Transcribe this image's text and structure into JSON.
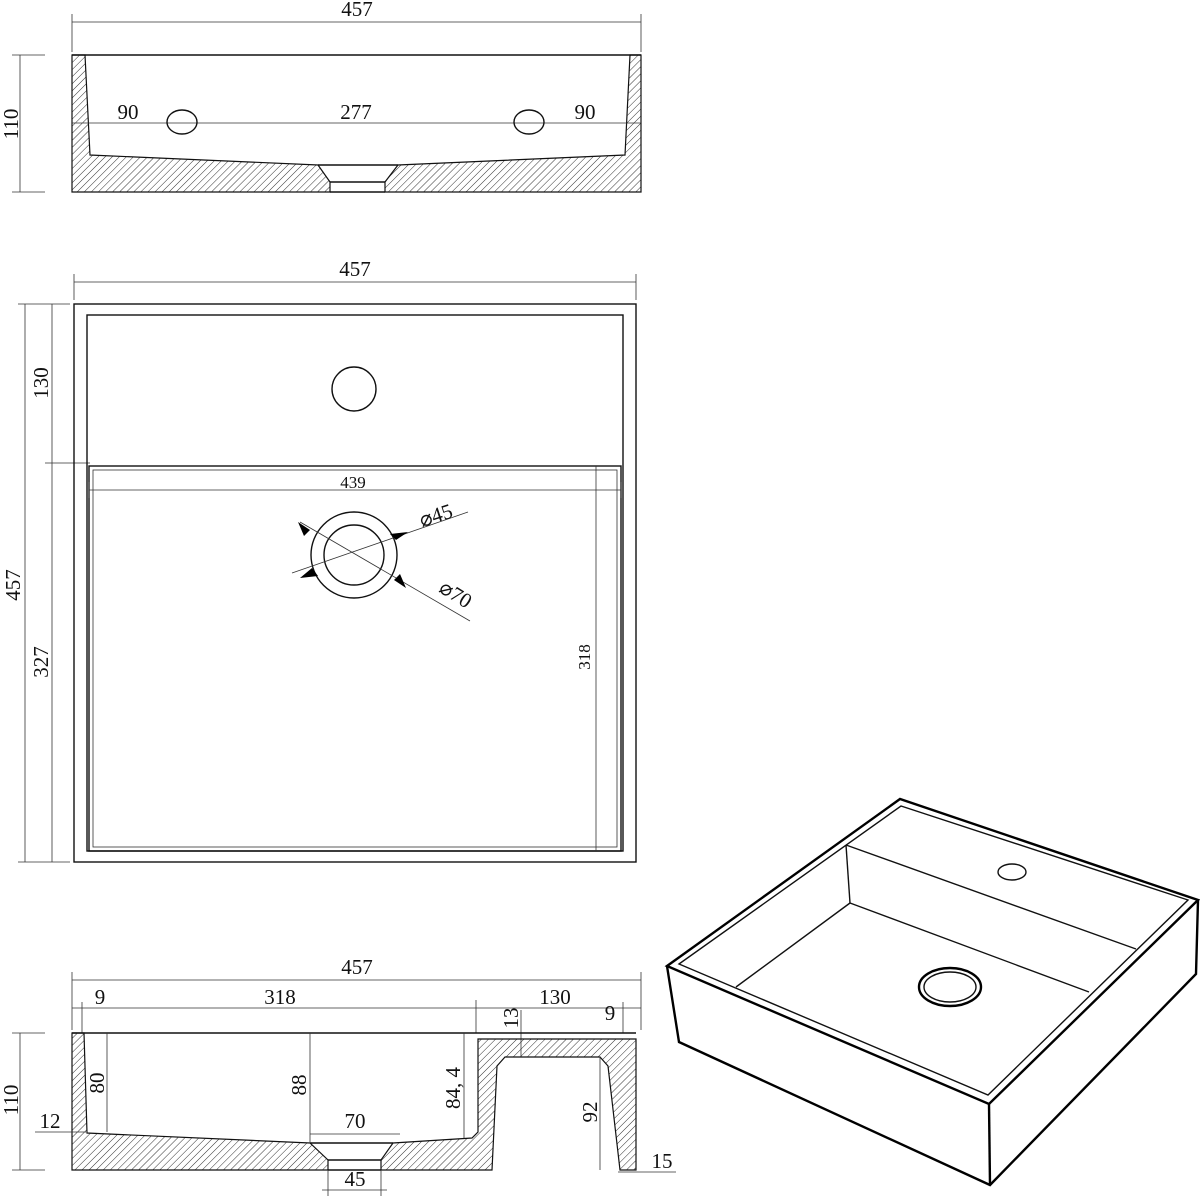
{
  "front_section": {
    "width": "457",
    "height": "110",
    "hole_left": "90",
    "hole_spacing": "277",
    "hole_right": "90"
  },
  "plan_view": {
    "width": "457",
    "depth": "457",
    "deck_depth": "130",
    "basin_depth": "327",
    "basin_width": "439",
    "basin_length": "318",
    "drain_inner": "⌀45",
    "drain_outer": "⌀70"
  },
  "side_section": {
    "width": "457",
    "wall_left": "9",
    "basin": "318",
    "deck": "130",
    "wall_right": "9",
    "deck_thickness": "13",
    "height": "110",
    "basin_depth_left": "80",
    "floor_left": "12",
    "basin_depth_center": "88",
    "drain_top": "70",
    "basin_depth_right": "84, 4",
    "deck_cavity": "92",
    "right_wall": "15",
    "drain_bottom": "45"
  }
}
